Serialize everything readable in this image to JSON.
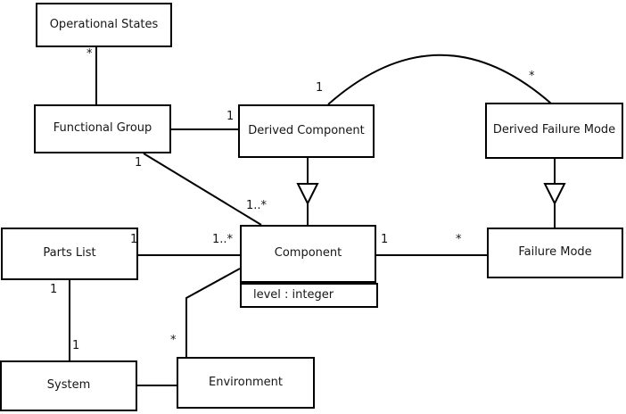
{
  "diagram": {
    "kind": "uml-class-diagram",
    "background_color": "#ffffff",
    "line_color": "#000000",
    "text_color": "#161616"
  },
  "nodes": {
    "operational_states": {
      "label": "Operational States"
    },
    "functional_group": {
      "label": "Functional Group"
    },
    "derived_component": {
      "label": "Derived Component"
    },
    "derived_failure_mode": {
      "label": "Derived Failure Mode"
    },
    "parts_list": {
      "label": "Parts List"
    },
    "component": {
      "label": "Component",
      "attribute": "level : integer"
    },
    "failure_mode": {
      "label": "Failure Mode"
    },
    "system": {
      "label": "System"
    },
    "environment": {
      "label": "Environment"
    }
  },
  "multiplicities": {
    "operational_states_end": "*",
    "derived_component_left_end": "1",
    "derived_component_arc_end": "1",
    "derived_failure_mode_arc_end": "*",
    "functional_group_diag_end": "1",
    "component_diag_end": "1..*",
    "parts_list_right_end": "1",
    "component_left_end": "1..*",
    "component_right_end": "1",
    "failure_mode_left_end": "*",
    "parts_list_bottom_end": "1",
    "system_top_end": "1",
    "environment_top_end": "*"
  },
  "relationships": [
    {
      "from": "Operational States",
      "to": "Functional Group",
      "type": "association",
      "from_multiplicity": "*"
    },
    {
      "from": "Functional Group",
      "to": "Derived Component",
      "type": "association",
      "to_multiplicity": "1"
    },
    {
      "from": "Derived Component",
      "to": "Derived Failure Mode",
      "type": "association-arc",
      "from_multiplicity": "1",
      "to_multiplicity": "*"
    },
    {
      "from": "Functional Group",
      "to": "Component",
      "type": "association",
      "from_multiplicity": "1",
      "to_multiplicity": "1..*"
    },
    {
      "from": "Derived Component",
      "to": "Component",
      "type": "generalization"
    },
    {
      "from": "Derived Failure Mode",
      "to": "Failure Mode",
      "type": "generalization"
    },
    {
      "from": "Parts List",
      "to": "Component",
      "type": "association",
      "from_multiplicity": "1",
      "to_multiplicity": "1..*"
    },
    {
      "from": "Component",
      "to": "Failure Mode",
      "type": "association",
      "from_multiplicity": "1",
      "to_multiplicity": "*"
    },
    {
      "from": "Parts List",
      "to": "System",
      "type": "association",
      "from_multiplicity": "1",
      "to_multiplicity": "1"
    },
    {
      "from": "Component",
      "to": "Environment",
      "type": "association",
      "to_multiplicity": "*"
    },
    {
      "from": "System",
      "to": "Environment",
      "type": "association"
    }
  ]
}
